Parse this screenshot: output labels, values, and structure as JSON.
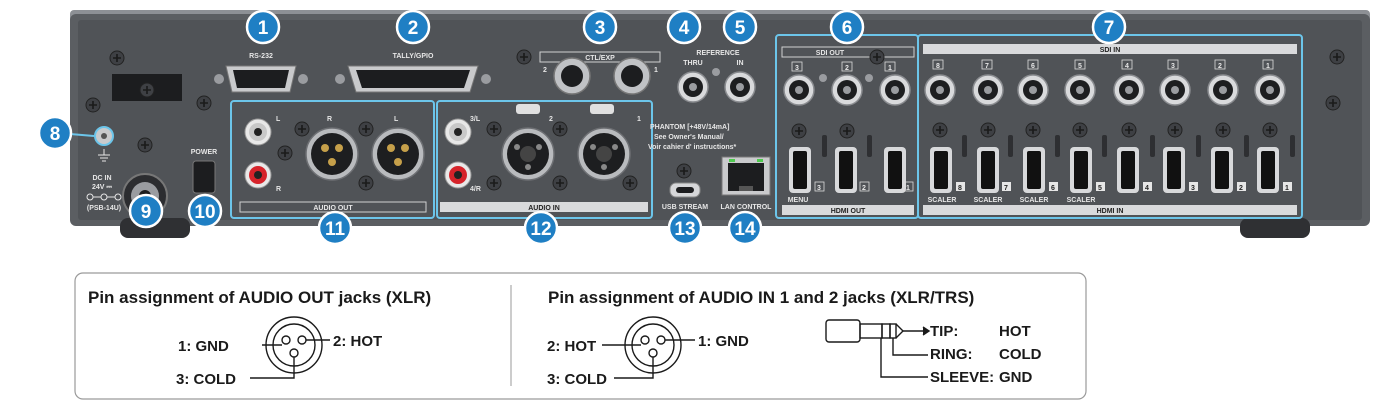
{
  "colors": {
    "callout": "#1f7fc4",
    "panel": "#5b5e62",
    "frame": "#6cc5ea",
    "connector_blue": "#2aa8e0"
  },
  "panel_labels": {
    "rs232": "RS-232",
    "tally": "TALLY/GPIO",
    "ctl_exp": "CTL/EXP",
    "ctl_2": "2",
    "ctl_1": "1",
    "reference": "REFERENCE",
    "thru": "THRU",
    "in": "IN",
    "sdi_out": "SDI OUT",
    "sdi_in": "SDI IN",
    "power": "POWER",
    "dc_in": "DC IN",
    "dc_v": "24V ⎓",
    "psb": "(PSB-14U)",
    "audio_out": "AUDIO OUT",
    "audio_in": "AUDIO IN",
    "ao_L": "L",
    "ao_R": "R",
    "xlr_R": "R",
    "xlr_L": "L",
    "ai_3L": "3/L",
    "ai_4R": "4/R",
    "ai_2": "2",
    "ai_1": "1",
    "phantom_1": "PHANTOM [+48V/14mA]",
    "phantom_2": "See Owner's Manual/",
    "phantom_3": "Voir cahier d' instructions*",
    "usb": "USB STREAM",
    "lan": "LAN CONTROL",
    "menu": "MENU",
    "hdmi_out": "HDMI OUT",
    "hdmi_in": "HDMI IN",
    "scaler": "SCALER"
  },
  "sdi_out_nums": [
    "3",
    "2",
    "1"
  ],
  "sdi_in_nums": [
    "8",
    "7",
    "6",
    "5",
    "4",
    "3",
    "2",
    "1"
  ],
  "hdmi_out_nums": [
    "3",
    "2",
    "1"
  ],
  "hdmi_in_nums": [
    "8",
    "7",
    "6",
    "5",
    "4",
    "3",
    "2",
    "1"
  ],
  "callouts": [
    "1",
    "2",
    "3",
    "4",
    "5",
    "6",
    "7",
    "8",
    "9",
    "10",
    "11",
    "12",
    "13",
    "14"
  ],
  "pin_out": {
    "title": "Pin assignment of AUDIO OUT jacks (XLR)",
    "gnd": "1: GND",
    "hot": "2: HOT",
    "cold": "3: COLD"
  },
  "pin_in": {
    "title": "Pin assignment of AUDIO IN 1 and 2 jacks (XLR/TRS)",
    "hot": "2: HOT",
    "gnd": "1: GND",
    "cold": "3: COLD",
    "tip": "TIP:",
    "tip_val": "HOT",
    "ring": "RING:",
    "ring_val": "COLD",
    "sleeve": "SLEEVE:",
    "sleeve_val": "GND"
  }
}
